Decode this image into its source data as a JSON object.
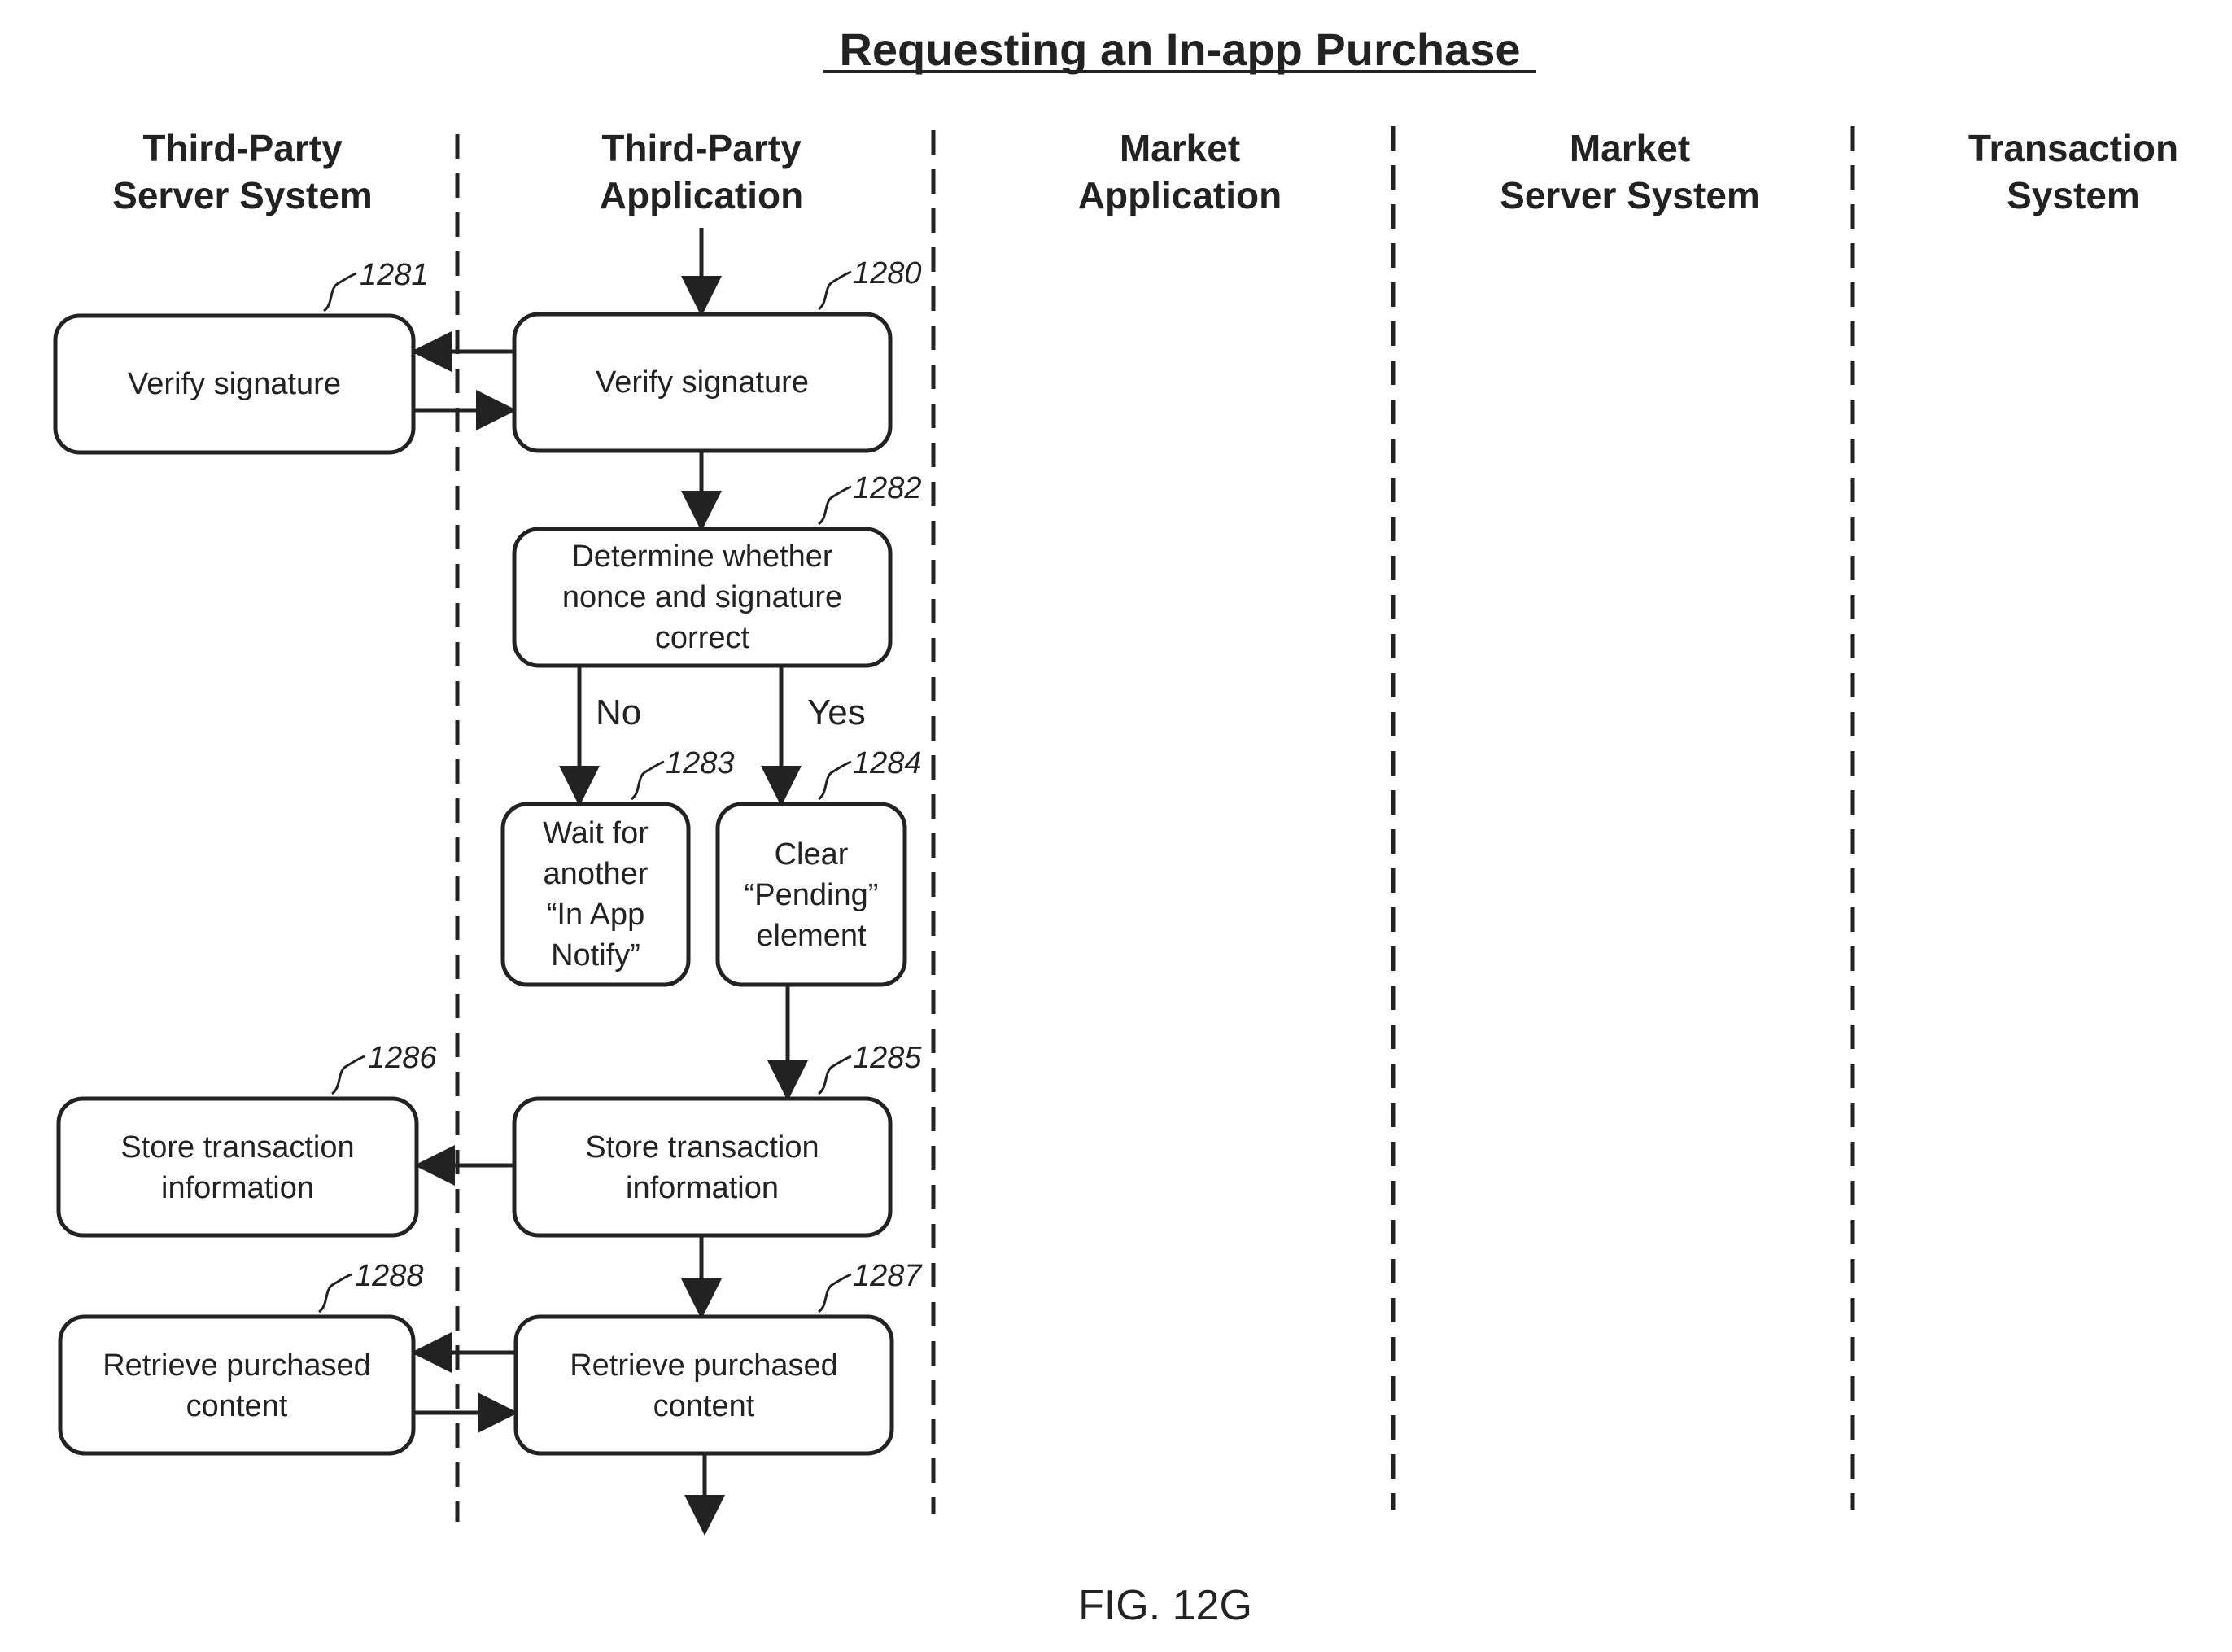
{
  "title": "Requesting an In-app Purchase",
  "lanes": [
    {
      "line1": "Third-Party",
      "line2": "Server System"
    },
    {
      "line1": "Third-Party",
      "line2": "Application"
    },
    {
      "line1": "Market",
      "line2": "Application"
    },
    {
      "line1": "Market",
      "line2": "Server System"
    },
    {
      "line1": "Transaction",
      "line2": "System"
    }
  ],
  "steps": {
    "s1280": {
      "ref": "1280",
      "lines": [
        "Verify signature"
      ]
    },
    "s1281": {
      "ref": "1281",
      "lines": [
        "Verify signature"
      ]
    },
    "s1282": {
      "ref": "1282",
      "lines": [
        "Determine whether",
        "nonce and signature",
        "correct"
      ]
    },
    "s1283": {
      "ref": "1283",
      "lines": [
        "Wait for",
        "another",
        "“In App",
        "Notify”"
      ]
    },
    "s1284": {
      "ref": "1284",
      "lines": [
        "Clear",
        "“Pending”",
        "element"
      ]
    },
    "s1285": {
      "ref": "1285",
      "lines": [
        "Store transaction",
        "information"
      ]
    },
    "s1286": {
      "ref": "1286",
      "lines": [
        "Store transaction",
        "information"
      ]
    },
    "s1287": {
      "ref": "1287",
      "lines": [
        "Retrieve purchased",
        "content"
      ]
    },
    "s1288": {
      "ref": "1288",
      "lines": [
        "Retrieve purchased",
        "content"
      ]
    }
  },
  "branches": {
    "no": "No",
    "yes": "Yes"
  },
  "figure_label": "FIG. 12G"
}
